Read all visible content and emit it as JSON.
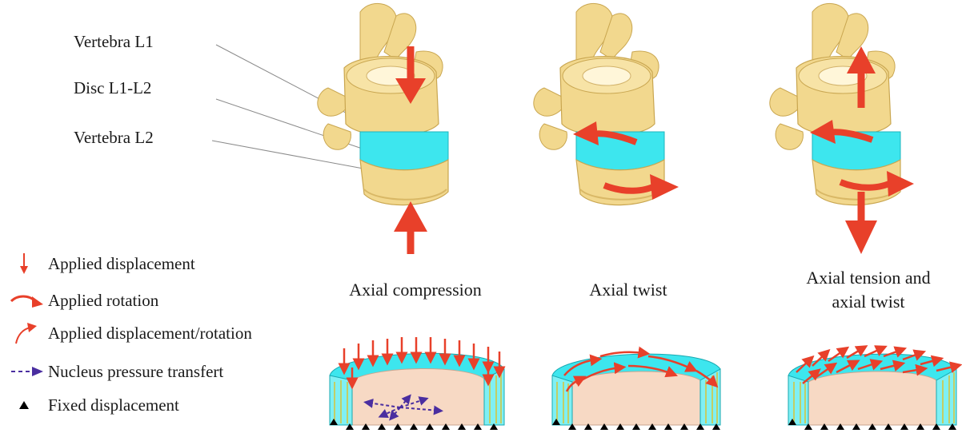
{
  "anatomy_labels": {
    "vertebra_l1": "Vertebra L1",
    "disc_l1_l2": "Disc L1-L2",
    "vertebra_l2": "Vertebra L2"
  },
  "legend": [
    {
      "icon": "straight-red-arrow-icon",
      "text": "Applied displacement"
    },
    {
      "icon": "curved-red-arrow-icon",
      "text": "Applied rotation"
    },
    {
      "icon": "bent-red-arrow-icon",
      "text": "Applied displacement/rotation"
    },
    {
      "icon": "dashed-purple-arrow-icon",
      "text": "Nucleus pressure transfert"
    },
    {
      "icon": "black-triangle-icon",
      "text": "Fixed displacement"
    }
  ],
  "cases": [
    {
      "caption": "Axial compression"
    },
    {
      "caption": "Axial twist"
    },
    {
      "caption_line1": "Axial tension and",
      "caption_line2": "axial twist"
    }
  ],
  "colors": {
    "bone": "#f2d88e",
    "bone_shadow": "#d9b866",
    "disc": "#3de6ee",
    "arrow": "#e8402a",
    "nucleus_arrow": "#4a2ea0",
    "nucleus": "#f7d9c4"
  }
}
